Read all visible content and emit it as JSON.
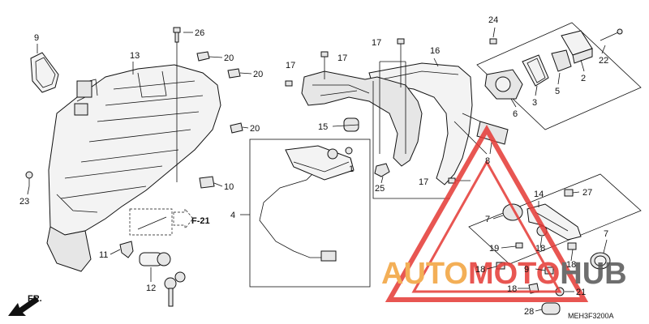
{
  "diagram": {
    "reference_code": "MEH3F3200A",
    "fr_label": "FR.",
    "ref_label": "F-21",
    "callouts": [
      {
        "id": "c9",
        "text": "9"
      },
      {
        "id": "c13",
        "text": "13"
      },
      {
        "id": "c26",
        "text": "26"
      },
      {
        "id": "c20a",
        "text": "20"
      },
      {
        "id": "c20b",
        "text": "20"
      },
      {
        "id": "c20c",
        "text": "20"
      },
      {
        "id": "c17a",
        "text": "17"
      },
      {
        "id": "c17b",
        "text": "17"
      },
      {
        "id": "c17c",
        "text": "17"
      },
      {
        "id": "c17d",
        "text": "17"
      },
      {
        "id": "c16",
        "text": "16"
      },
      {
        "id": "c24",
        "text": "24"
      },
      {
        "id": "c22",
        "text": "22"
      },
      {
        "id": "c2",
        "text": "2"
      },
      {
        "id": "c3",
        "text": "3"
      },
      {
        "id": "c5",
        "text": "5"
      },
      {
        "id": "c6",
        "text": "6"
      },
      {
        "id": "c15",
        "text": "15"
      },
      {
        "id": "c1",
        "text": "1"
      },
      {
        "id": "c8",
        "text": "8"
      },
      {
        "id": "c25",
        "text": "25"
      },
      {
        "id": "c17e",
        "text": "17"
      },
      {
        "id": "c10",
        "text": "10"
      },
      {
        "id": "c23",
        "text": "23"
      },
      {
        "id": "c4",
        "text": "4"
      },
      {
        "id": "c14",
        "text": "14"
      },
      {
        "id": "c27",
        "text": "27"
      },
      {
        "id": "c7a",
        "text": "7"
      },
      {
        "id": "c7b",
        "text": "7"
      },
      {
        "id": "c19",
        "text": "19"
      },
      {
        "id": "c18a",
        "text": "18"
      },
      {
        "id": "c18b",
        "text": "18"
      },
      {
        "id": "c18c",
        "text": "18"
      },
      {
        "id": "c18d",
        "text": "18"
      },
      {
        "id": "c9b",
        "text": "9"
      },
      {
        "id": "c21",
        "text": "21"
      },
      {
        "id": "c28",
        "text": "28"
      },
      {
        "id": "c11",
        "text": "11"
      },
      {
        "id": "c12",
        "text": "12"
      }
    ]
  },
  "watermark": {
    "text_part1": "AUTO",
    "text_part2": "MOTO",
    "text_part3": "HUB",
    "color_primary": "#f2a23a",
    "color_secondary": "#e53935"
  }
}
